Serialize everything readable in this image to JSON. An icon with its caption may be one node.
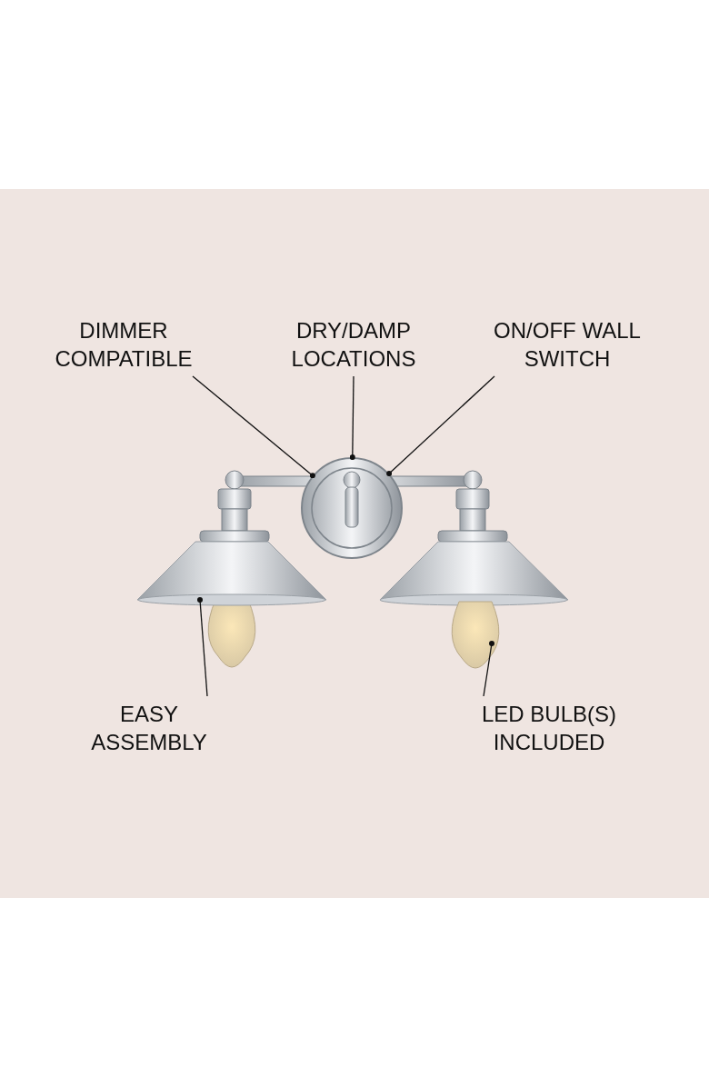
{
  "diagram": {
    "nodes": [
      {
        "text": [
          "DIMMER COMPATIBLE"
        ]
      },
      {
        "text": [
          "DRY/DAMP LOCATIONS"
        ]
      },
      {
        "text": [
          "ON/OFF WALL SWITCH"
        ]
      },
      {
        "text": [
          "EASY ASSEMBLY"
        ]
      },
      {
        "text": [
          "LED BULB(S) INCLUDED"
        ]
      },
      {
        "text": [],
        "shape": "picture"
      },
      {
        "text": [],
        "shape": "picture"
      },
      {
        "text": [],
        "shape": "picture"
      }
    ],
    "edges": [
      {
        "from": 0,
        "to": 5,
        "arrow": "other"
      },
      {
        "from": 1,
        "to": 5,
        "arrow": "other"
      },
      {
        "from": 2,
        "to": 5,
        "arrow": "other"
      },
      {
        "from": 3,
        "to": 6,
        "arrow": "other"
      },
      {
        "from": 4,
        "to": 7,
        "arrow": "other"
      }
    ]
  }
}
